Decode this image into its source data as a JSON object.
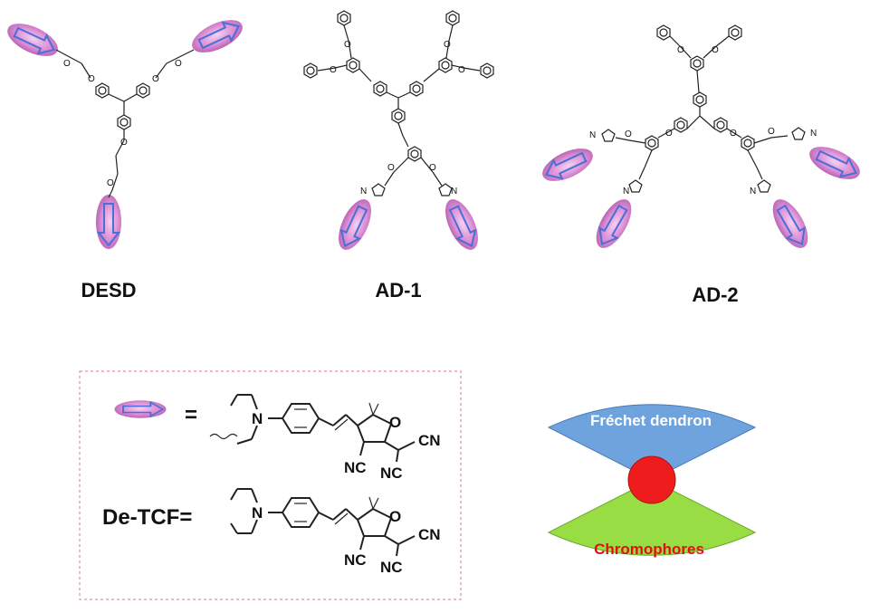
{
  "molecules": [
    {
      "label": "DESD"
    },
    {
      "label": "AD-1"
    },
    {
      "label": "AD-2"
    }
  ],
  "legend": {
    "equals": "=",
    "de_tcf_label": "De-TCF=",
    "atoms": {
      "N": "N",
      "O": "O",
      "CN": "CN",
      "NC": "NC"
    }
  },
  "model": {
    "top_label": "Fréchet dendron",
    "bottom_label": "Chromophores",
    "top_color": "#6fa3dd",
    "bottom_color": "#99dd44",
    "core_color": "#ee1c1c",
    "bottom_text_color": "#e01010"
  },
  "atom_labels": {
    "O": "O",
    "N": "N"
  }
}
